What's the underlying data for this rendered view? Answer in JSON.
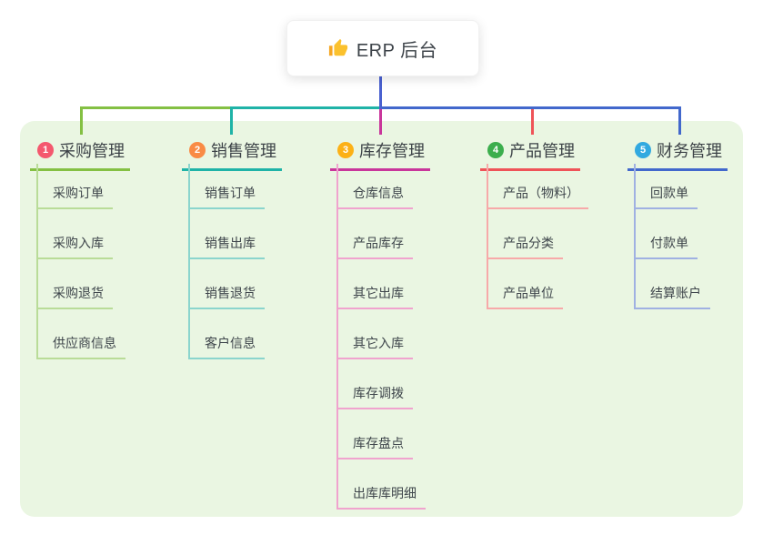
{
  "root": {
    "title": "ERP 后台",
    "icon": "thumbs-up-icon"
  },
  "panel_color": "#eaf6e2",
  "connector_color": "#4a61d0",
  "branches": [
    {
      "badge": "1",
      "label": "采购管理",
      "colors": {
        "main": "#84c043",
        "light": "#b9dc98",
        "badge": "#f4586e"
      },
      "children": [
        "采购订单",
        "采购入库",
        "采购退货",
        "供应商信息"
      ]
    },
    {
      "badge": "2",
      "label": "销售管理",
      "colors": {
        "main": "#1fb3a7",
        "light": "#8bd5cd",
        "badge": "#f98b45"
      },
      "children": [
        "销售订单",
        "销售出库",
        "销售退货",
        "客户信息"
      ]
    },
    {
      "badge": "3",
      "label": "库存管理",
      "colors": {
        "main": "#c9369b",
        "light": "#f0a3ce",
        "badge": "#fcb116"
      },
      "children": [
        "仓库信息",
        "产品库存",
        "其它出库",
        "其它入库",
        "库存调拨",
        "库存盘点",
        "出库库明细"
      ]
    },
    {
      "badge": "4",
      "label": "产品管理",
      "colors": {
        "main": "#ef5358",
        "light": "#f7a9a9",
        "badge": "#3cae4d"
      },
      "children": [
        "产品（物料）",
        "产品分类",
        "产品单位"
      ]
    },
    {
      "badge": "5",
      "label": "财务管理",
      "colors": {
        "main": "#4268cc",
        "light": "#a0b1e2",
        "badge": "#32a9e0"
      },
      "children": [
        "回款单",
        "付款单",
        "结算账户"
      ]
    }
  ]
}
